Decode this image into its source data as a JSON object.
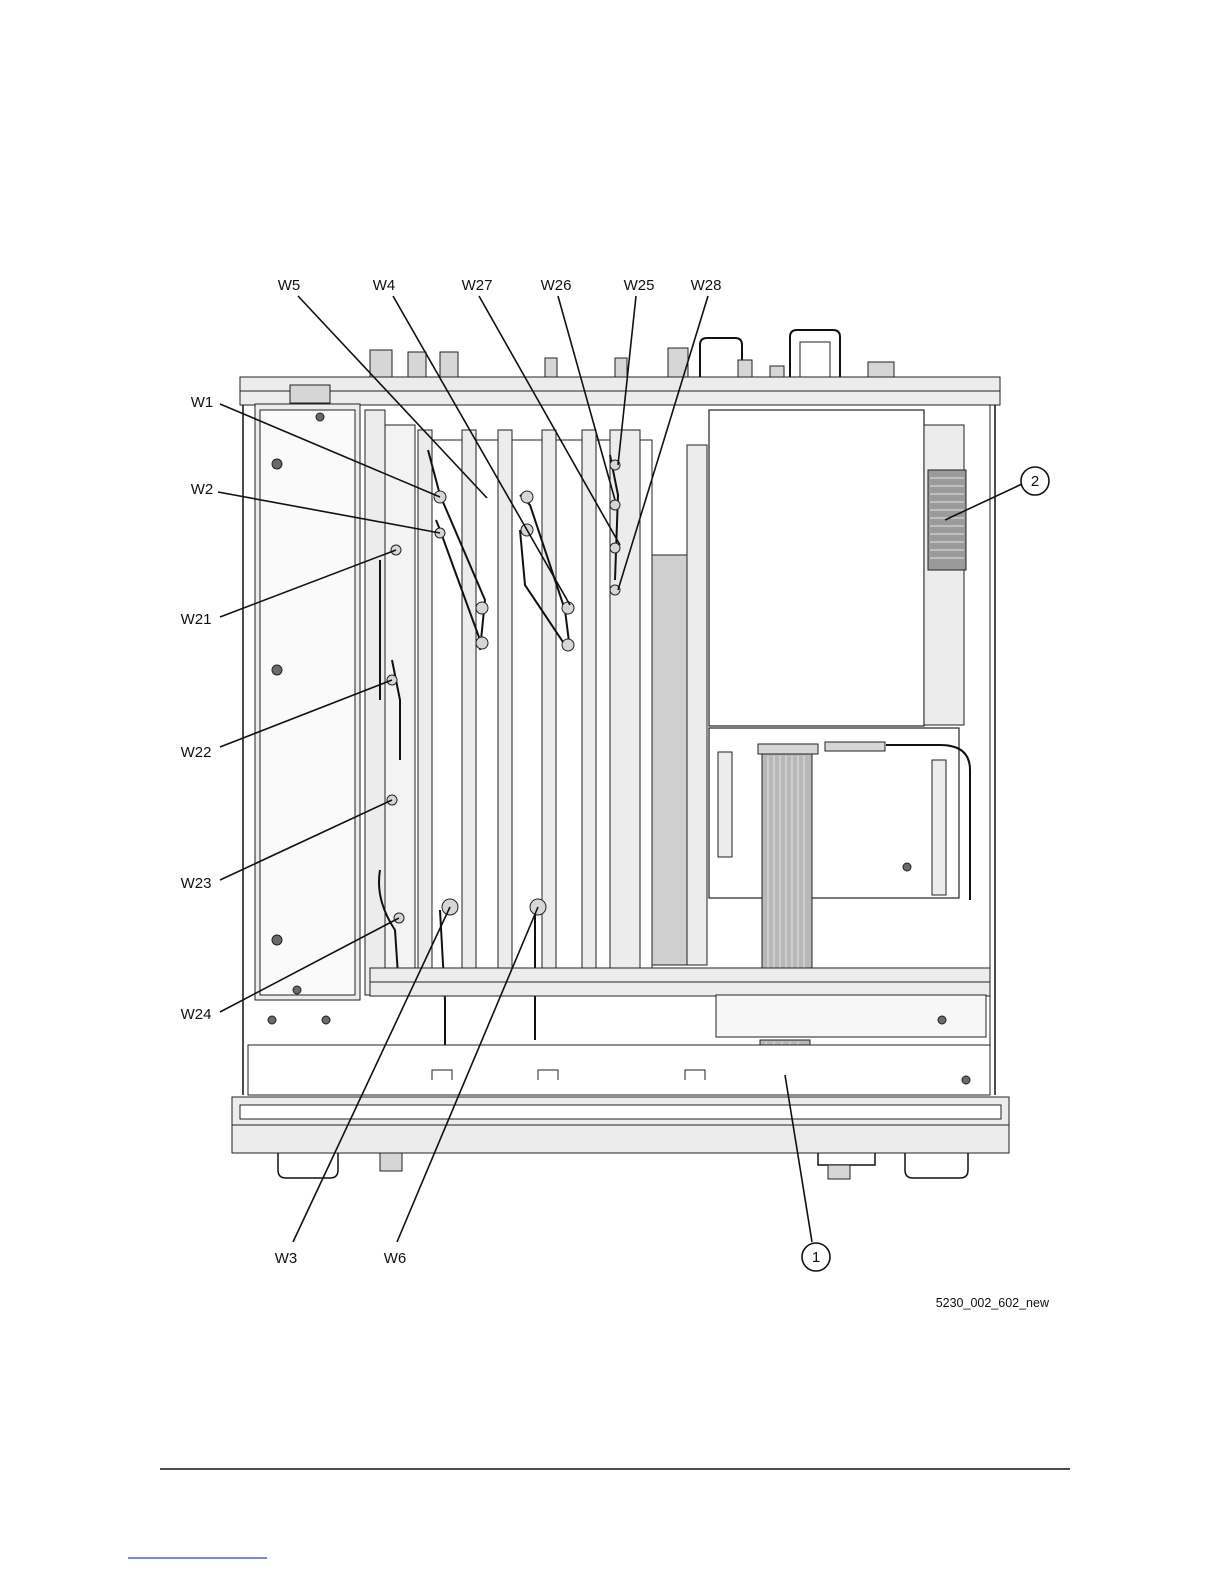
{
  "figure": {
    "id_label": "5230_002_602_new",
    "callouts": {
      "W5": "W5",
      "W4": "W4",
      "W27": "W27",
      "W26": "W26",
      "W25": "W25",
      "W28": "W28",
      "W1": "W1",
      "W2": "W2",
      "W21": "W21",
      "W22": "W22",
      "W23": "W23",
      "W24": "W24",
      "W3": "W3",
      "W6": "W6",
      "item1": "1",
      "item2": "2"
    }
  }
}
